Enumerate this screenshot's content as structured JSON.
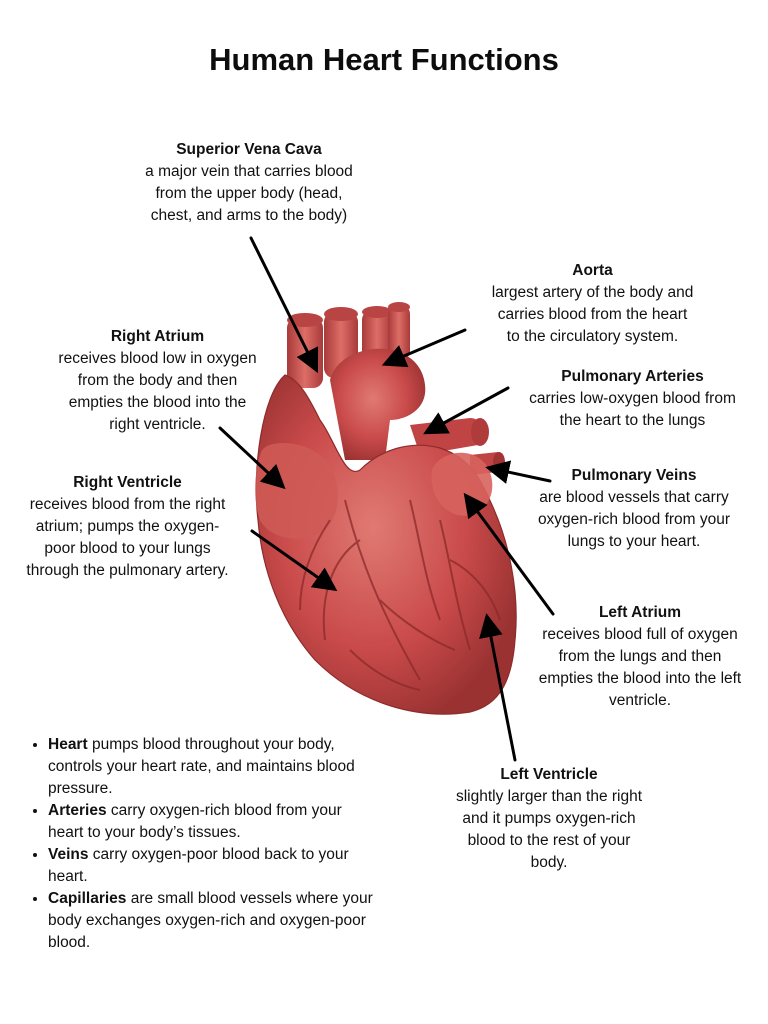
{
  "title": "Human Heart Functions",
  "colors": {
    "heart": "#c94a4a",
    "heart_dark": "#8e2b2b",
    "heart_light": "#e27a74",
    "arrow": "#000000"
  },
  "labels": {
    "superior_vena_cava": {
      "title": "Superior Vena Cava",
      "desc": "a major vein that carries blood\nfrom the upper body (head,\nchest, and arms to the body)"
    },
    "aorta": {
      "title": "Aorta",
      "desc": "largest artery of the body and\ncarries blood from the heart\nto the circulatory system."
    },
    "right_atrium": {
      "title": "Right Atrium",
      "desc": "receives blood low in oxygen\nfrom the body and then\nempties the blood into the\nright ventricle."
    },
    "pulmonary_arteries": {
      "title": "Pulmonary Arteries",
      "desc": "carries low-oxygen blood from\nthe heart to the lungs"
    },
    "right_ventricle": {
      "title": "Right Ventricle",
      "desc": "receives blood from the right\natrium; pumps the oxygen-\npoor blood to your lungs\nthrough the pulmonary artery."
    },
    "pulmonary_veins": {
      "title": "Pulmonary Veins",
      "desc": "are blood vessels that carry\noxygen-rich blood from your\nlungs to your heart."
    },
    "left_atrium": {
      "title": "Left Atrium",
      "desc": "receives blood full of oxygen\nfrom the lungs and then\nempties the blood into the left\nventricle."
    },
    "left_ventricle": {
      "title": "Left Ventricle",
      "desc": "slightly larger than the right\nand it pumps oxygen-rich\nblood to the rest of your\nbody."
    }
  },
  "facts": [
    {
      "term": "Heart",
      "text": " pumps blood throughout your body, controls your heart rate, and maintains blood pressure."
    },
    {
      "term": "Arteries",
      "text": " carry oxygen-rich blood from your heart to your body’s tissues."
    },
    {
      "term": "Veins",
      "text": " carry oxygen-poor blood back to your heart."
    },
    {
      "term": "Capillaries",
      "text": " are small blood vessels where your body exchanges oxygen-rich and oxygen-poor blood."
    }
  ]
}
